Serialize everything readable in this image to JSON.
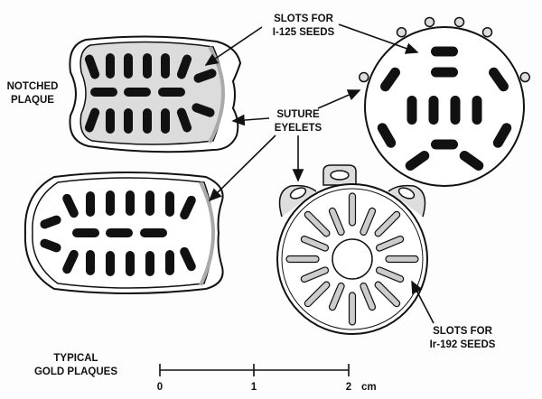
{
  "labels": {
    "slots_i125_line1": "SLOTS FOR",
    "slots_i125_line2": "I-125  SEEDS",
    "notched_line1": "NOTCHED",
    "notched_line2": "PLAQUE",
    "suture_line1": "SUTURE",
    "suture_line2": "EYELETS",
    "slots_ir192_line1": "SLOTS FOR",
    "slots_ir192_line2": "Ir-192  SEEDS",
    "caption_line1": "TYPICAL",
    "caption_line2": "GOLD PLAQUES"
  },
  "scale_bar": {
    "ticks": [
      "0",
      "1",
      "2"
    ],
    "unit": "cm"
  },
  "colors": {
    "ink": "#111111",
    "stipple": "#dcdcdc",
    "rim": "#bdbdbd"
  }
}
